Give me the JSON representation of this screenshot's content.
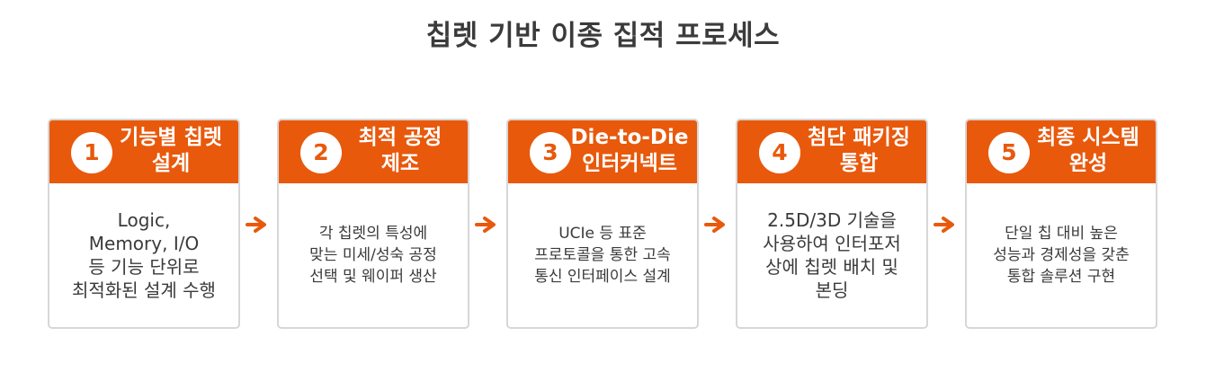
{
  "title": "칩렛 기반 이종 집적 프로세스",
  "accent_color": "#e8590c",
  "steps": [
    {
      "number": "1",
      "title_lines": [
        "기능별 칩렛",
        "설계"
      ],
      "desc_lines": [
        "Logic,",
        "Memory, I/O",
        "등 기능 단위로",
        "최적화된 설계 수행"
      ]
    },
    {
      "number": "2",
      "title_lines": [
        "최적 공정",
        "제조"
      ],
      "desc_lines": [
        "각 칩렛의 특성에",
        "맞는 미세/성숙 공정",
        "선택 및 웨이퍼 생산"
      ]
    },
    {
      "number": "3",
      "title_lines": [
        "Die-to-Die",
        "인터커넥트"
      ],
      "desc_lines": [
        "UCIe 등 표준",
        "프로토콜을 통한 고속",
        "통신 인터페이스 설계"
      ]
    },
    {
      "number": "4",
      "title_lines": [
        "첨단 패키징",
        "통합"
      ],
      "desc_lines": [
        "2.5D/3D 기술을",
        "사용하여 인터포저",
        "상에 칩렛 배치 및",
        "본딩"
      ]
    },
    {
      "number": "5",
      "title_lines": [
        "최종 시스템",
        "완성"
      ],
      "desc_lines": [
        "단일 칩 대비 높은",
        "성능과 경제성을 갖춘",
        "통합 솔루션 구현"
      ]
    }
  ]
}
